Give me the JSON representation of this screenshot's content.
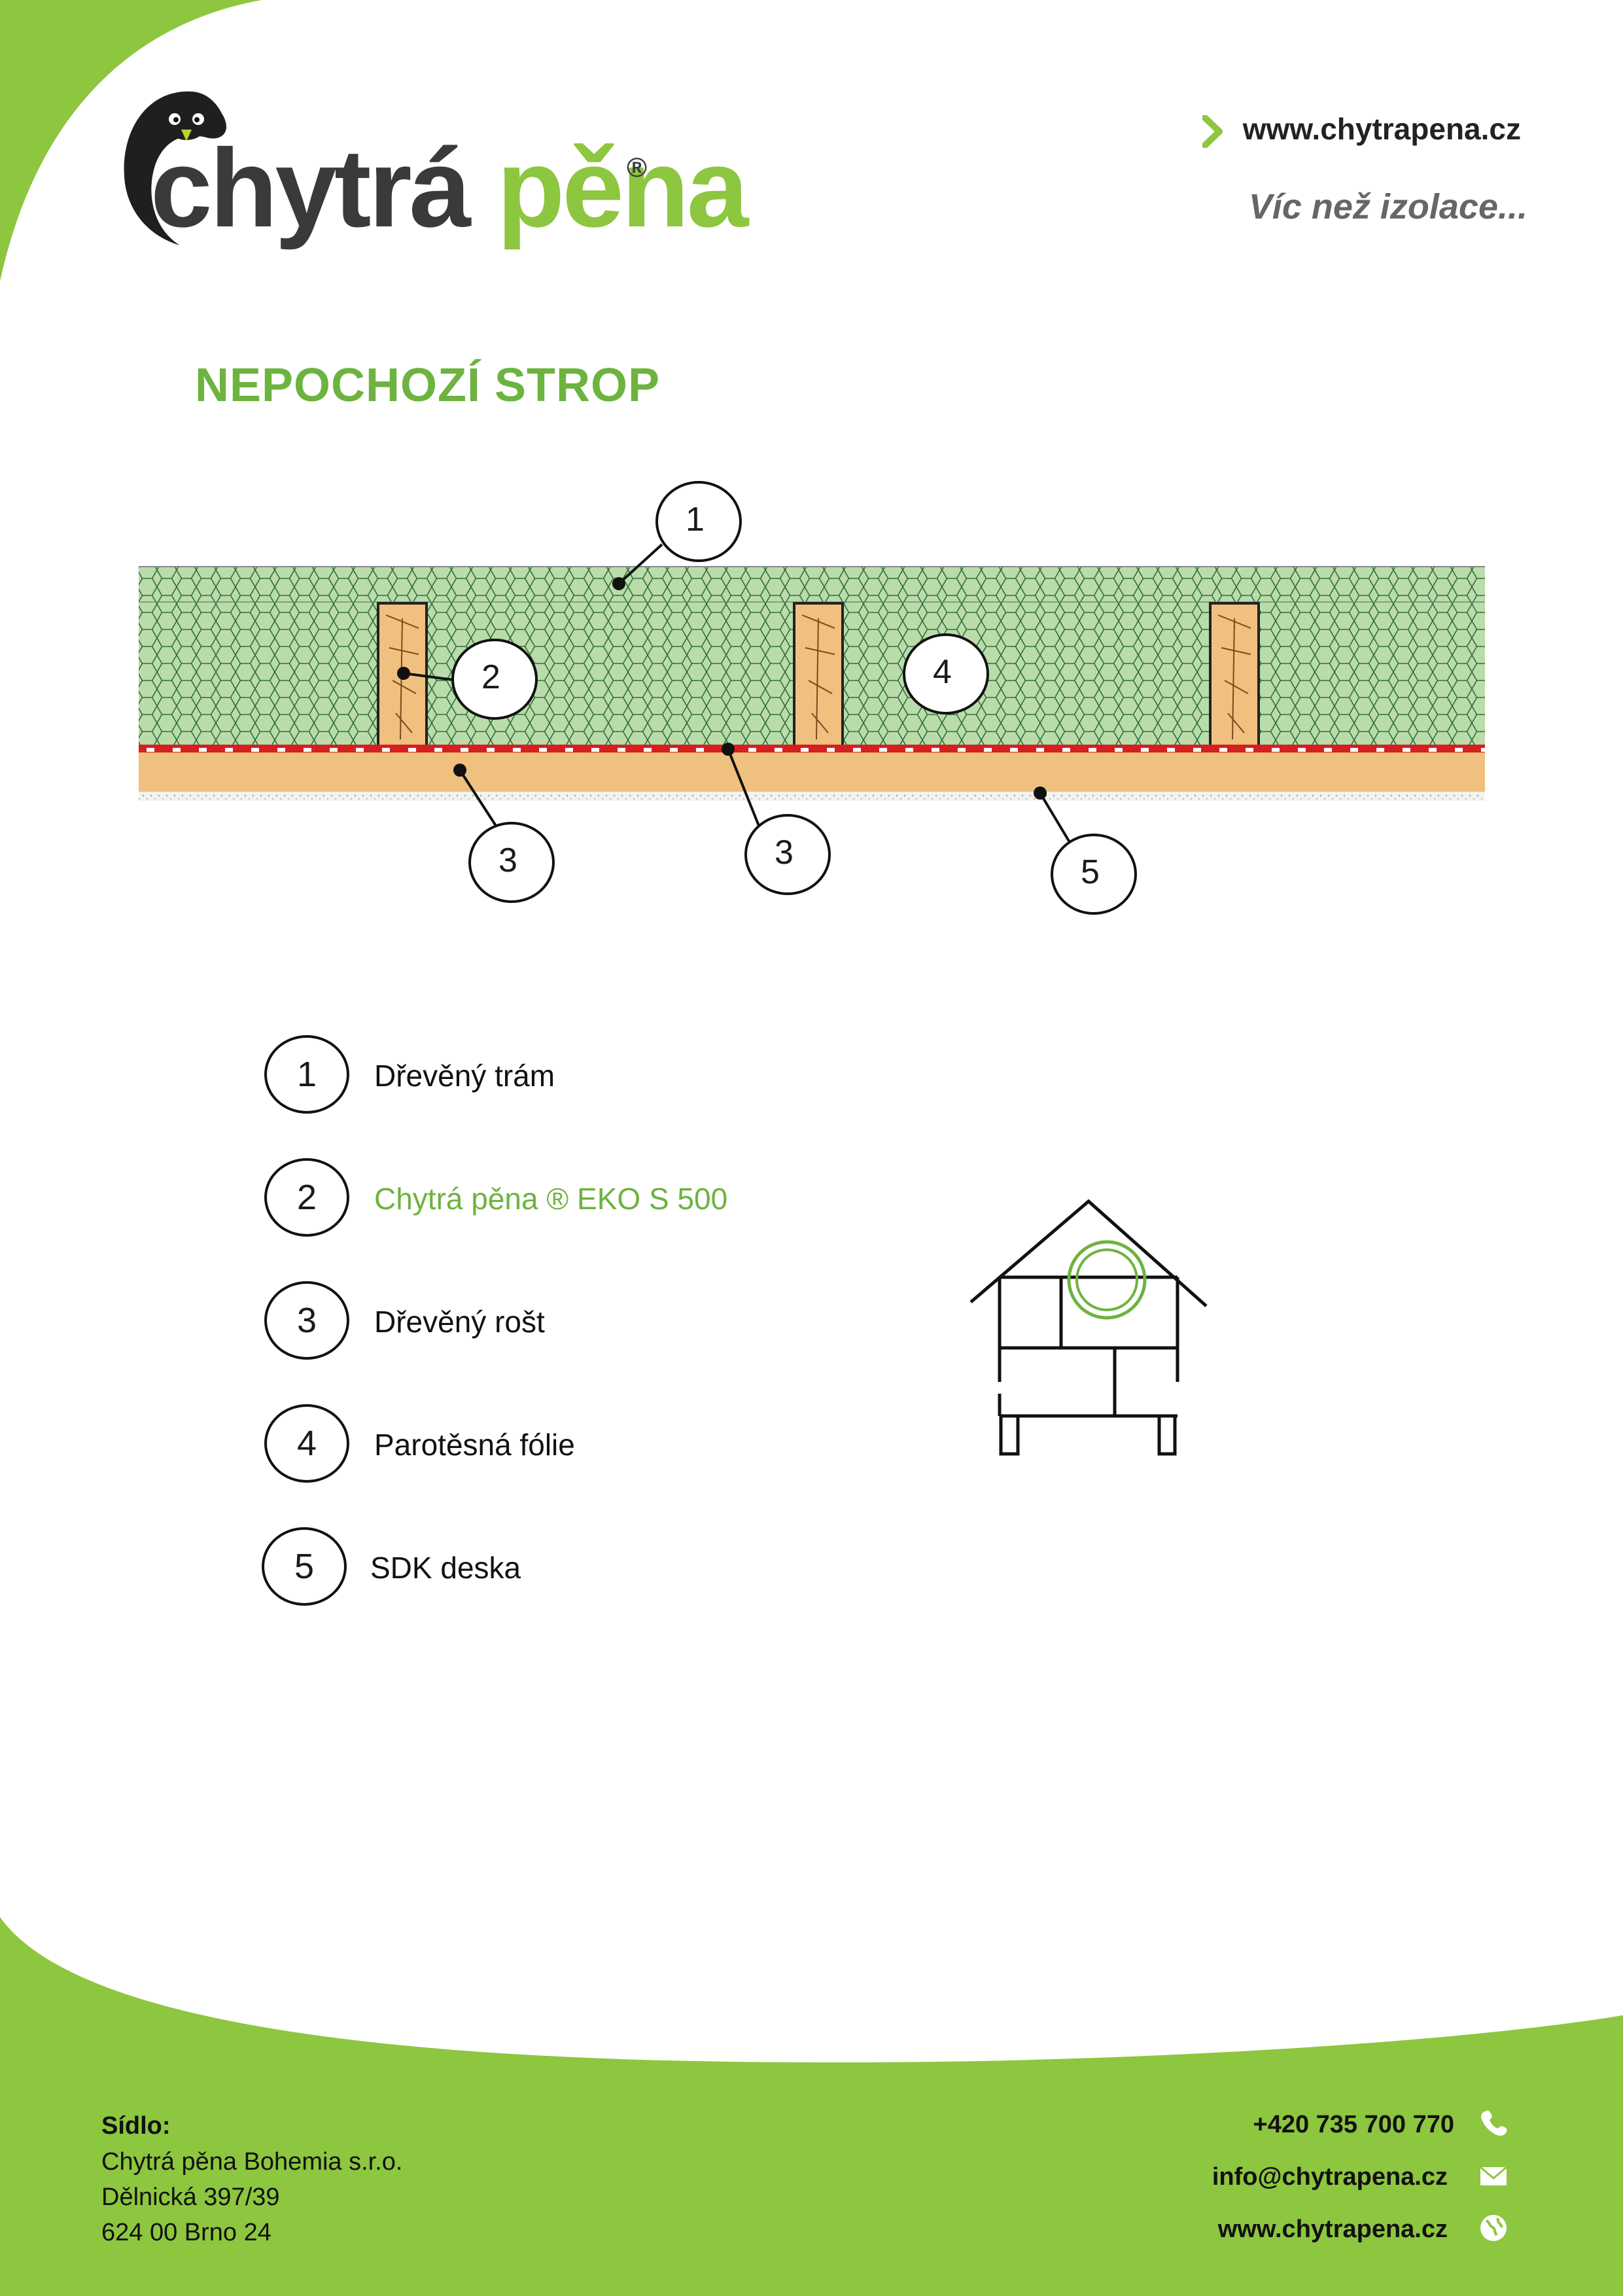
{
  "brand": {
    "logo_word1": "chytrá",
    "logo_word2": "pěna",
    "registered_mark": "®",
    "website": "www.chytrapena.cz",
    "slogan": "Víc než izolace..."
  },
  "page_title": "NEPOCHOZÍ STROP",
  "diagram": {
    "callouts": [
      "1",
      "2",
      "3",
      "3",
      "4",
      "5"
    ]
  },
  "legend": [
    {
      "number": "1",
      "label": "Dřevěný trám"
    },
    {
      "number": "2",
      "label": "Chytrá pěna ® EKO S 500"
    },
    {
      "number": "3",
      "label": "Dřevěný rošt"
    },
    {
      "number": "4",
      "label": "Parotěsná fólie"
    },
    {
      "number": "5",
      "label": "SDK deska"
    }
  ],
  "footer": {
    "seat_heading": "Sídlo:",
    "company": "Chytrá pěna Bohemia s.r.o.",
    "street": "Dělnická 397/39",
    "city": "624 00 Brno 24",
    "phone": "+420 735 700 770",
    "email": "info@chytrapena.cz",
    "website": "www.chytrapena.cz"
  },
  "colors": {
    "brand_green": "#8dc63f",
    "title_green": "#6db33f",
    "foam_green": "#b5d8a6",
    "wood": "#efc07e",
    "vapor_barrier_red": "#d42020"
  },
  "icons": [
    "penguin-logo-icon",
    "chevron-right-icon",
    "phone-icon",
    "envelope-icon",
    "globe-icon",
    "house-section-icon"
  ]
}
